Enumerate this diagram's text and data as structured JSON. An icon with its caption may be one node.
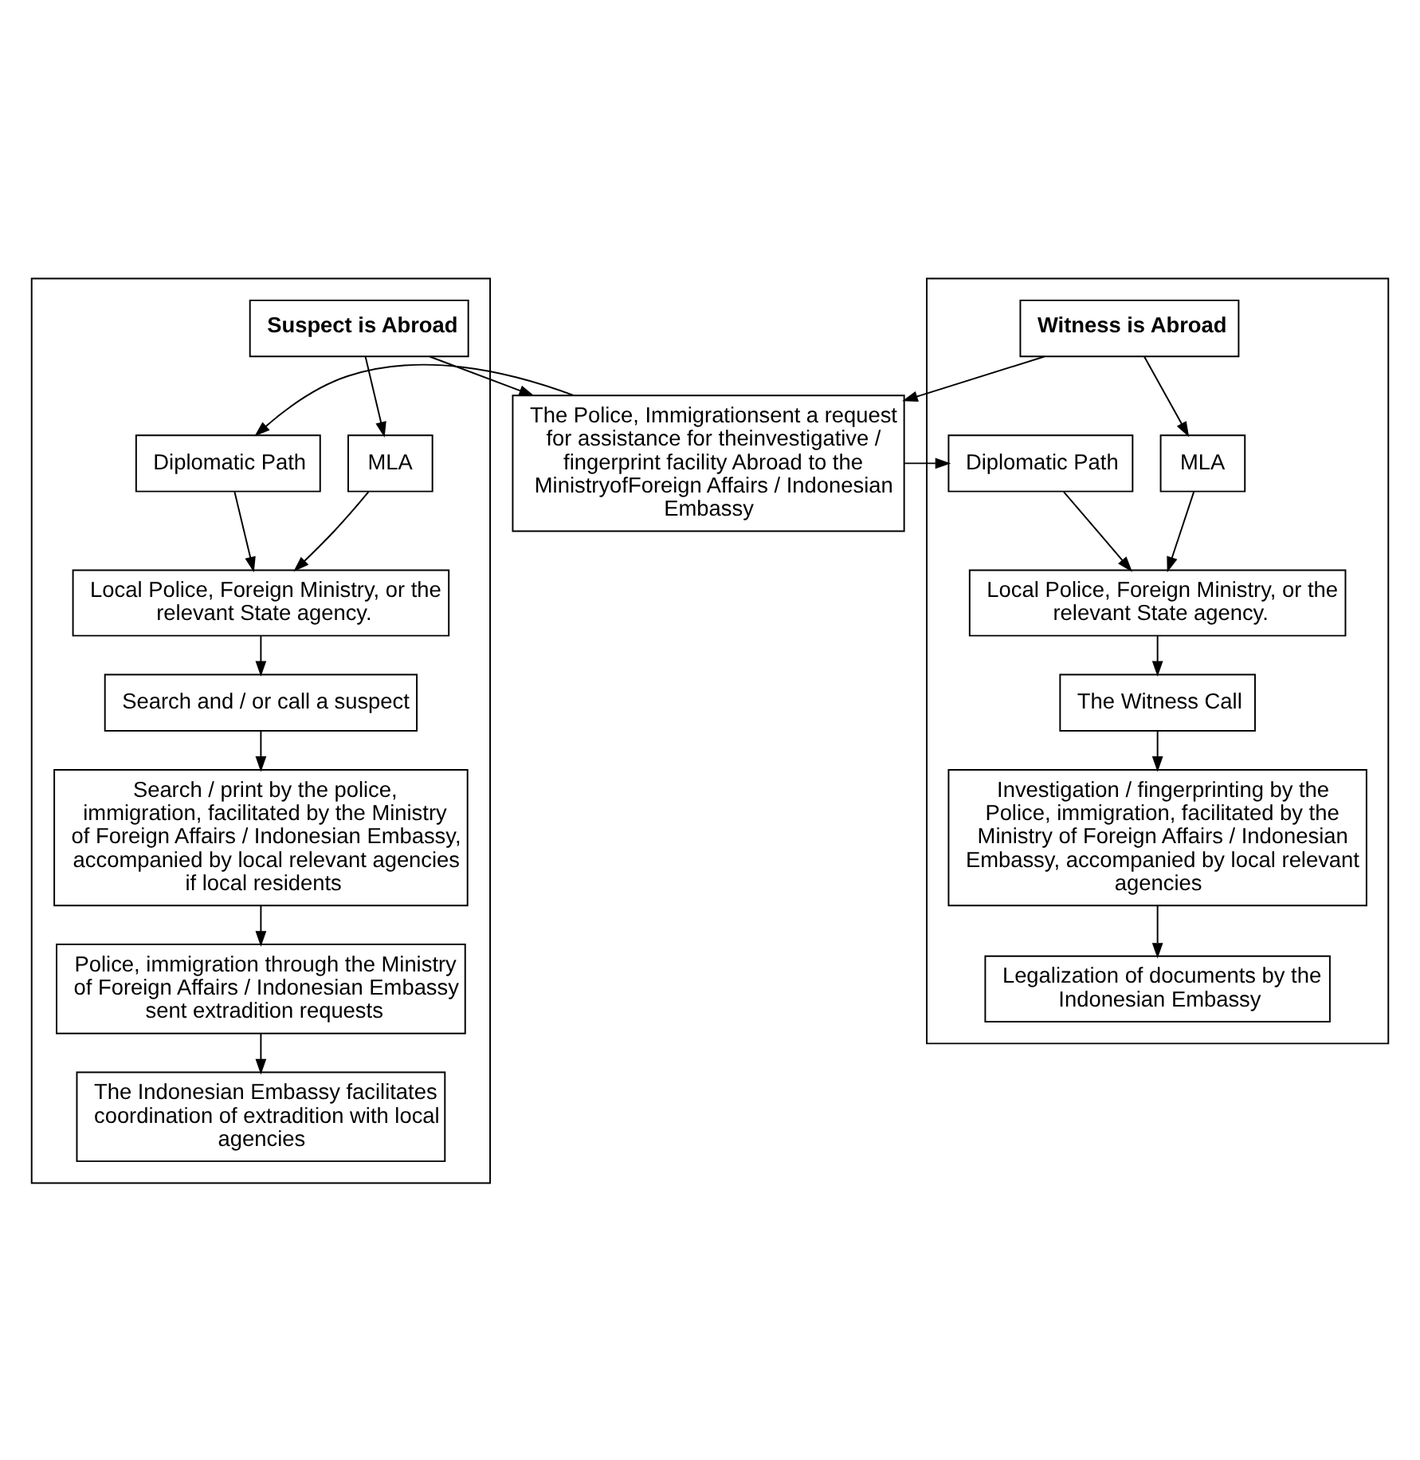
{
  "diagram": {
    "nodes": [
      {
        "text": [],
        "shape": "box"
      },
      {
        "text": [],
        "shape": "box"
      },
      {
        "text": [
          "Suspect is Abroad"
        ],
        "in": 0
      },
      {
        "text": [
          "The Police, Immigrationsent a request for assistance for theinvestigative / fingerprint facility Abroad to the MinistryofForeign Affairs / Indonesian Embassy"
        ]
      },
      {
        "text": [
          "MLA"
        ],
        "in": 0
      },
      {
        "text": [
          "Diplomatic Path"
        ],
        "in": 0
      },
      {
        "text": [
          "Local Police, Foreign Ministry, or the relevant State agency."
        ],
        "in": 0
      },
      {
        "text": [
          "Search and / or call a suspect"
        ],
        "in": 0
      },
      {
        "text": [
          "Search / print by the police, immigration, facilitated by the Ministry of Foreign Affairs / Indonesian Embassy, accompanied by local relevant agencies if local residents"
        ],
        "in": 0
      },
      {
        "text": [
          "Police, immigration through the Ministry of Foreign Affairs / Indonesian Embassy sent extradition requests"
        ],
        "in": 0
      },
      {
        "text": [
          "The Indonesian Embassy facilitates coordination of extradition with local agencies"
        ],
        "in": 0
      },
      {
        "text": [
          "Witness is Abroad"
        ],
        "in": 1
      },
      {
        "text": [
          "Diplomatic Path"
        ],
        "in": 1
      },
      {
        "text": [
          "MLA"
        ],
        "in": 1
      },
      {
        "text": [
          "Local Police, Foreign Ministry, or the relevant State agency."
        ],
        "in": 1
      },
      {
        "text": [
          "The Witness Call"
        ],
        "in": 1
      },
      {
        "text": [
          "Investigation / fingerprinting by the Police, immigration, facilitated by the Ministry of Foreign Affairs / Indonesian Embassy, accompanied by local relevant agencies"
        ],
        "in": 1
      },
      {
        "text": [
          "Legalization of documents by the Indonesian Embassy"
        ],
        "in": 1
      }
    ],
    "edges": [
      {
        "from": 2,
        "to": 4,
        "arrow": "to"
      },
      {
        "from": 2,
        "to": 3,
        "arrow": "to"
      },
      {
        "from": 11,
        "to": 3,
        "arrow": "to"
      },
      {
        "from": 11,
        "to": 13,
        "arrow": "to"
      },
      {
        "from": 3,
        "to": 5,
        "arrow": "to"
      },
      {
        "from": 3,
        "to": 12,
        "arrow": "to"
      },
      {
        "from": 4,
        "to": 6,
        "arrow": "to"
      },
      {
        "from": 5,
        "to": 6,
        "arrow": "to"
      },
      {
        "from": 6,
        "to": 7,
        "arrow": "to"
      },
      {
        "from": 7,
        "to": 8,
        "arrow": "to"
      },
      {
        "from": 8,
        "to": 9,
        "arrow": "to"
      },
      {
        "from": 9,
        "to": 10,
        "arrow": "to"
      },
      {
        "from": 12,
        "to": 14,
        "arrow": "to"
      },
      {
        "from": 13,
        "to": 14,
        "arrow": "to"
      },
      {
        "from": 14,
        "to": 15,
        "arrow": "to"
      },
      {
        "from": 15,
        "to": 16,
        "arrow": "to"
      },
      {
        "from": 16,
        "to": 17,
        "arrow": "to"
      }
    ]
  }
}
